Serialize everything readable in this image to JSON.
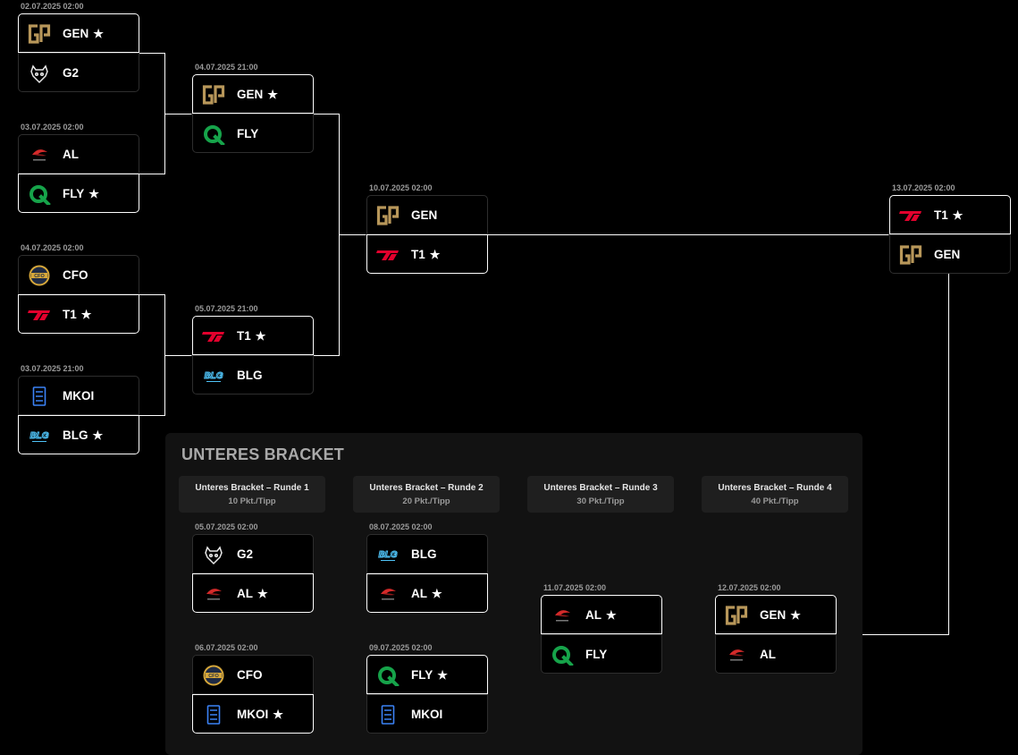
{
  "lower_bracket": {
    "title": "UNTERES BRACKET",
    "rounds": [
      {
        "name": "Unteres Bracket – Runde 1",
        "points": "10 Pkt./Tipp"
      },
      {
        "name": "Unteres Bracket – Runde 2",
        "points": "20 Pkt./Tipp"
      },
      {
        "name": "Unteres Bracket – Runde 3",
        "points": "30 Pkt./Tipp"
      },
      {
        "name": "Unteres Bracket – Runde 4",
        "points": "40 Pkt./Tipp"
      }
    ]
  },
  "star_glyph": "★",
  "colors": {
    "winner_border": "#ffffff",
    "line": "#ffffff",
    "panel": "#121212",
    "round_header": "#1f1f1f"
  },
  "matches": [
    {
      "id": "u1",
      "date": "02.07.2025 02:00",
      "teams": [
        {
          "name": "GEN",
          "logo": "gen-logo-icon",
          "winner": true
        },
        {
          "name": "G2",
          "logo": "g2-logo-icon",
          "winner": false
        }
      ]
    },
    {
      "id": "u2",
      "date": "03.07.2025 02:00",
      "teams": [
        {
          "name": "AL",
          "logo": "al-logo-icon",
          "winner": false
        },
        {
          "name": "FLY",
          "logo": "fly-logo-icon",
          "winner": true
        }
      ]
    },
    {
      "id": "u3",
      "date": "04.07.2025 02:00",
      "teams": [
        {
          "name": "CFO",
          "logo": "cfo-logo-icon",
          "winner": false
        },
        {
          "name": "T1",
          "logo": "t1-logo-icon",
          "winner": true
        }
      ]
    },
    {
      "id": "u4",
      "date": "03.07.2025 21:00",
      "teams": [
        {
          "name": "MKOI",
          "logo": "mkoi-logo-icon",
          "winner": false
        },
        {
          "name": "BLG",
          "logo": "blg-logo-icon",
          "winner": true
        }
      ]
    },
    {
      "id": "u5",
      "date": "04.07.2025 21:00",
      "teams": [
        {
          "name": "GEN",
          "logo": "gen-logo-icon",
          "winner": true
        },
        {
          "name": "FLY",
          "logo": "fly-logo-icon",
          "winner": false
        }
      ]
    },
    {
      "id": "u6",
      "date": "05.07.2025 21:00",
      "teams": [
        {
          "name": "T1",
          "logo": "t1-logo-icon",
          "winner": true
        },
        {
          "name": "BLG",
          "logo": "blg-logo-icon",
          "winner": false
        }
      ]
    },
    {
      "id": "u7",
      "date": "10.07.2025 02:00",
      "teams": [
        {
          "name": "GEN",
          "logo": "gen-logo-icon",
          "winner": false
        },
        {
          "name": "T1",
          "logo": "t1-logo-icon",
          "winner": true
        }
      ]
    },
    {
      "id": "gf",
      "date": "13.07.2025 02:00",
      "teams": [
        {
          "name": "T1",
          "logo": "t1-logo-icon",
          "winner": true
        },
        {
          "name": "GEN",
          "logo": "gen-logo-icon",
          "winner": false
        }
      ]
    },
    {
      "id": "l1",
      "date": "05.07.2025 02:00",
      "teams": [
        {
          "name": "G2",
          "logo": "g2-logo-icon",
          "winner": false
        },
        {
          "name": "AL",
          "logo": "al-logo-icon",
          "winner": true
        }
      ]
    },
    {
      "id": "l2",
      "date": "06.07.2025 02:00",
      "teams": [
        {
          "name": "CFO",
          "logo": "cfo-logo-icon",
          "winner": false
        },
        {
          "name": "MKOI",
          "logo": "mkoi-logo-icon",
          "winner": true
        }
      ]
    },
    {
      "id": "l3",
      "date": "08.07.2025 02:00",
      "teams": [
        {
          "name": "BLG",
          "logo": "blg-logo-icon",
          "winner": false
        },
        {
          "name": "AL",
          "logo": "al-logo-icon",
          "winner": true
        }
      ]
    },
    {
      "id": "l4",
      "date": "09.07.2025 02:00",
      "teams": [
        {
          "name": "FLY",
          "logo": "fly-logo-icon",
          "winner": true
        },
        {
          "name": "MKOI",
          "logo": "mkoi-logo-icon",
          "winner": false
        }
      ]
    },
    {
      "id": "l5",
      "date": "11.07.2025 02:00",
      "teams": [
        {
          "name": "AL",
          "logo": "al-logo-icon",
          "winner": true
        },
        {
          "name": "FLY",
          "logo": "fly-logo-icon",
          "winner": false
        }
      ]
    },
    {
      "id": "l6",
      "date": "12.07.2025 02:00",
      "teams": [
        {
          "name": "GEN",
          "logo": "gen-logo-icon",
          "winner": true
        },
        {
          "name": "AL",
          "logo": "al-logo-icon",
          "winner": false
        }
      ]
    }
  ]
}
